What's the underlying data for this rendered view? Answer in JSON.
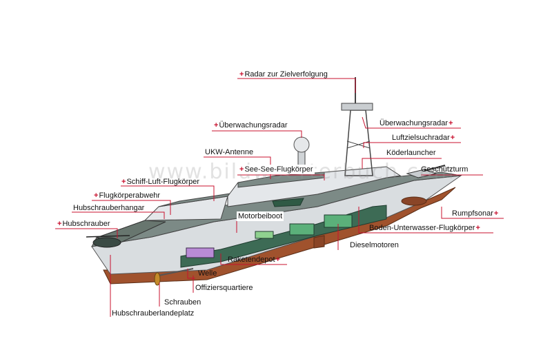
{
  "watermark": "www.bildwoerterbuch.com",
  "colors": {
    "leader": "#c8102e",
    "hull": "#a0522d",
    "superstructure": "#e4e7ea",
    "deck": "#6f7f7a",
    "cutaway": "#3d6b55"
  },
  "labels": {
    "radar_tracking": "Radar zur Zielverfolgung",
    "surveillance_radar_left": "Überwachungsradar",
    "surveillance_radar_right": "Überwachungsradar",
    "air_search_radar": "Luftzielsuchradar",
    "vhf_antenna": "UKW-Antenne",
    "decoy_launcher": "Köderlauncher",
    "ship_ship_missile": "See-See-Flugkörper",
    "turret": "Geschützturm",
    "ship_air_missile": "Schiff-Luft-Flugkörper",
    "missile_defense": "Flugkörperabwehr",
    "hull_sonar": "Rumpfsonar",
    "helicopter_hangar": "Hubschrauberhangar",
    "motorboat": "Motorbeiboot",
    "asw_missile": "Boden-Unterwasser-Flugkörper",
    "helicopter": "Hubschrauber",
    "diesel_engines": "Dieselmotoren",
    "missile_depot": "Raketendepot",
    "shaft": "Welle",
    "officers_quarters": "Offiziersquartiere",
    "propellers": "Schrauben",
    "helipad": "Hubschrauberlandeplatz"
  }
}
